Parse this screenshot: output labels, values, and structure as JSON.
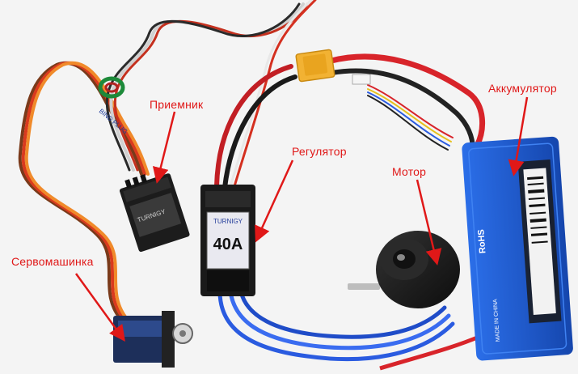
{
  "labels": {
    "receiver": "Приемник",
    "esc": "Регулятор",
    "motor": "Мотор",
    "battery": "Аккумулятор",
    "servo": "Сервомашинка"
  },
  "printed": {
    "esc_brand": "TURNIGY",
    "esc_rating": "40A",
    "battery_rohs": "RoHS",
    "battery_origin": "MADE IN CHINA",
    "receiver_bind_plug": "BIND PLUG",
    "receiver_brand": "TURNIGY"
  },
  "colors": {
    "label_text": "#e01818",
    "annotation_arrow": "#e01818",
    "background": "#f4f4f4",
    "battery_body": "#1f5fd6",
    "esc_body": "#1a1a1a",
    "motor_body": "#1b1b1b",
    "xt60_connector": "#f2b233",
    "power_wire_red": "#d8242a",
    "motor_wire_blue": "#2a5be0",
    "servo_body": "#1d2f5a"
  }
}
